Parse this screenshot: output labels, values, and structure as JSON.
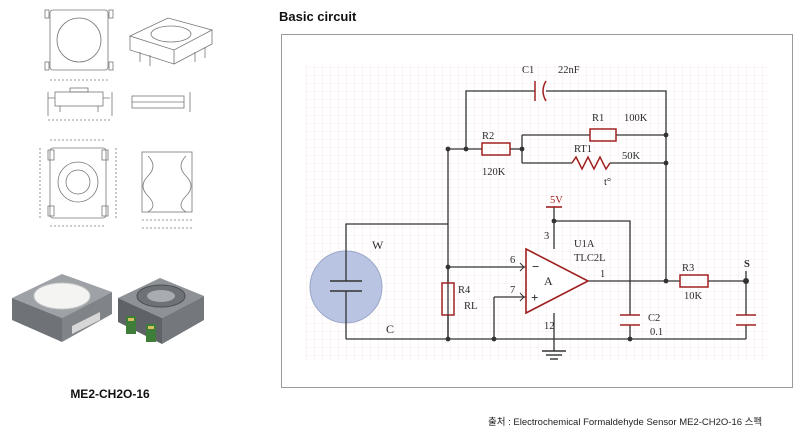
{
  "part_label": "ME2-CH2O-16",
  "circuit_title": "Basic circuit",
  "source_caption": "출처 : Electrochemical Formaldehyde Sensor  ME2-CH2O-16 스펙",
  "circuit": {
    "labels": {
      "c1": "C1",
      "c1_value": "22nF",
      "r1": "R1",
      "r1_value": "100K",
      "r2": "R2",
      "r2_value": "120K",
      "rt1": "RT1",
      "rt1_value": "50K",
      "rt1_temp": "t°",
      "supply": "5V",
      "u1": "U1A",
      "u1_part": "TLC2L",
      "pin3": "3",
      "pin6": "6",
      "pin7": "7",
      "pin1": "1",
      "pin12": "12",
      "amp": "A",
      "minus": "−",
      "plus": "+",
      "r3": "R3",
      "r3_value": "10K",
      "out": "S",
      "r4": "R4",
      "rl": "RL",
      "c2": "C2",
      "c2_value": "0.1",
      "w": "W",
      "c": "C"
    },
    "colors": {
      "wire": "#333333",
      "component_red": "#a02020",
      "sensor_fill": "#b8c4e2",
      "grid": "#f3dada"
    }
  }
}
